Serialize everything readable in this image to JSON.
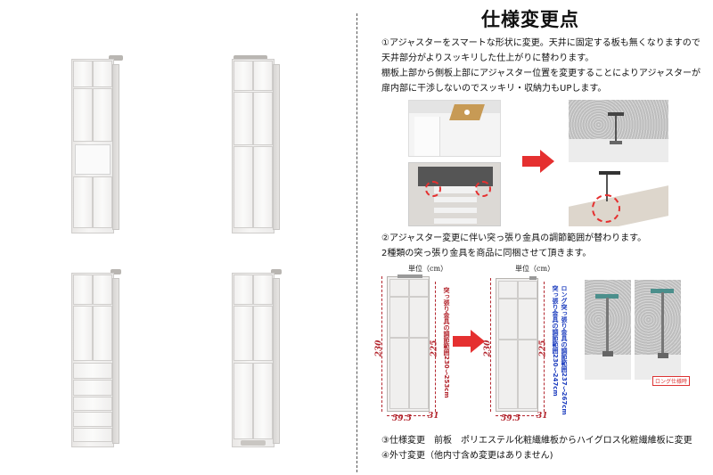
{
  "title": "仕様変更点",
  "sections": {
    "s1_line1": "①アジャスターをスマートな形状に変更。天井に固定する板も無くなりますので",
    "s1_line2": "天井部分がよりスッキリした仕上がりに替わります。",
    "s1_line3": "棚板上部から側板上部にアジャスター位置を変更することによりアジャスターが",
    "s1_line4": "扉内部に干渉しないのでスッキリ・収納力もUPします。",
    "s2_line1": "②アジャスター変更に伴い突っ張り金具の調節範囲が替わります。",
    "s2_line2": "2種類の突っ張り金具を商品に同梱させて頂きます。",
    "s3": "③仕様変更　前板　ポリエステル化粧繊維板からハイグロス化粧繊維板に変更",
    "s4": "④外寸変更（他内寸含め変更はありません)"
  },
  "diagram_left": {
    "unit": "単位（cm）",
    "height_total": "230",
    "height_body": "225",
    "width": "59.5",
    "depth": "31",
    "range_note": "突っ張り金具の調節範囲230〜253cm"
  },
  "diagram_right": {
    "unit": "単位（cm）",
    "height_total": "230",
    "height_body": "225",
    "width": "59.5",
    "depth": "31",
    "range_note_1": "突っ張り金具の調節範囲230〜247cm",
    "range_note_2": "ロング突っ張り金具の調節範囲237〜267cm"
  },
  "long_badge": "ロング仕様時",
  "colors": {
    "accent_red": "#e53030",
    "dim_red": "#b3262e",
    "note_blue": "#1f3fbf"
  }
}
